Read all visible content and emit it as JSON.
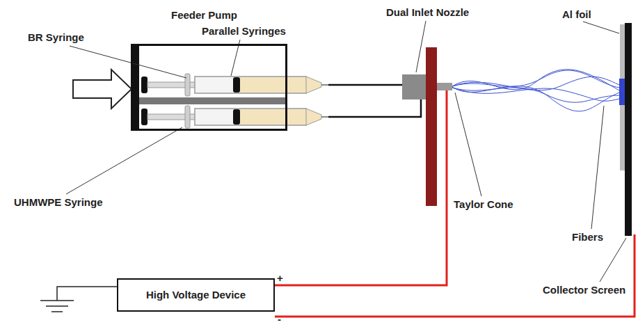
{
  "diagram": {
    "nodes": [
      {
        "text": [
          "Feeder Pump"
        ]
      },
      {
        "text": [
          "High Voltage Device"
        ]
      }
    ],
    "labels": [
      "BR Syringe",
      "Parallel Syringes",
      "UHMWPE Syringe",
      "Dual Inlet Nozzle",
      "Al foil",
      "Taylor Cone",
      "Fibers",
      "Collector Screen",
      "+",
      "-"
    ]
  }
}
